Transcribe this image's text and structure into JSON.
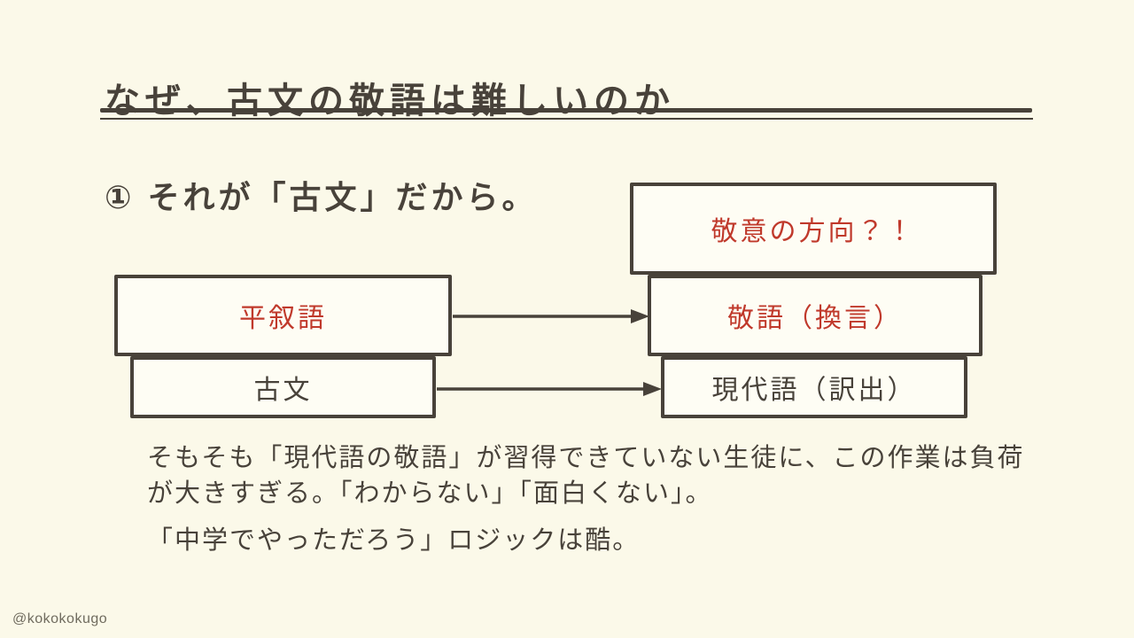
{
  "slide": {
    "title": "なぜ、古文の敬語は難しいのか",
    "heading": "① それが「古文」だから。",
    "watermark": "@kokokokugo",
    "colors": {
      "background": "#FBF9E9",
      "ink": "#48423A",
      "red": "#C0392B",
      "box_fill": "#FEFDF4",
      "watermark": "#6F6B5E"
    }
  },
  "diagram": {
    "boxes": [
      {
        "id": "keii-no-hoko",
        "label": "敬意の方向？！",
        "emphasis": "red"
      },
      {
        "id": "heijogo",
        "label": "平叙語",
        "emphasis": "red"
      },
      {
        "id": "keigo-kangen",
        "label": "敬語（換言）",
        "emphasis": "red"
      },
      {
        "id": "kobun",
        "label": "古文",
        "emphasis": "ink"
      },
      {
        "id": "gendaigo-yakushutsu",
        "label": "現代語（訳出）",
        "emphasis": "ink"
      }
    ],
    "arrows": [
      {
        "from": "平叙語",
        "to": "敬語（換言）"
      },
      {
        "from": "古文",
        "to": "現代語（訳出）"
      }
    ]
  },
  "body": {
    "paragraph1": "そもそも「現代語の敬語」が習得できていない生徒に、この作業は負荷が大きすぎる。「わからない」「面白くない」。",
    "paragraph2": "「中学でやっただろう」ロジックは酷。"
  }
}
